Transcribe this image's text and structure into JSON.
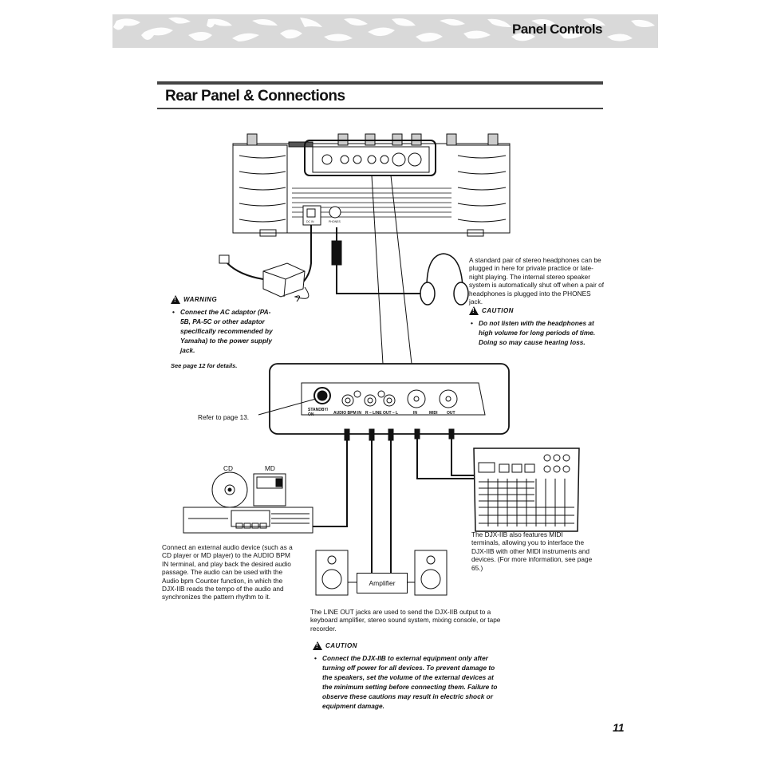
{
  "header": {
    "section": "Panel Controls"
  },
  "page": {
    "title": "Rear Panel & Connections",
    "number": "11"
  },
  "headphones_note": "A standard pair of stereo headphones can be plugged in here for private practice or late-night playing. The internal stereo speaker system is automatically shut off when a pair of headphones is plugged into the PHONES jack.",
  "warning": {
    "label": "WARNING",
    "text": "Connect the AC adaptor (PA-5B, PA-5C or other adaptor specifically recommended by Yamaha) to the power supply jack.",
    "see": "See page 12 for details."
  },
  "caution_headphones": {
    "label": "CAUTION",
    "text": "Do not listen with the headphones at high volume for long periods of time. Doing so may cause hearing loss."
  },
  "refer": "Refer to page 13.",
  "panel_labels": {
    "standby": "STANDBY/\nON",
    "audio_bpm": "AUDIO BPM IN",
    "line_out": "R – LINE OUT – L",
    "in": "IN",
    "midi": "MIDI",
    "out": "OUT",
    "phones": "PHONES",
    "dc_in": "DC IN"
  },
  "device_labels": {
    "cd": "CD",
    "md": "MD",
    "amplifier": "Amplifier"
  },
  "audio_note": "Connect an external audio device (such as a CD player or MD player) to the AUDIO BPM IN terminal, and play back the desired audio passage.  The audio can be used with the Audio bpm Counter function, in which the DJX-IIB reads the tempo of the audio and synchronizes the pattern rhythm to it.",
  "midi_note": "The DJX-IIB also features MIDI terminals, allowing you to interface the DJX-IIB with other MIDI instruments and devices. (For more information, see page 65.)",
  "lineout_note": "The LINE OUT jacks are used to send the DJX-IIB output to a keyboard amplifier, stereo sound system, mixing console, or tape recorder.",
  "caution_bottom": {
    "label": "CAUTION",
    "text": "Connect the DJX-IIB to external equipment only after turning off power for all devices. To prevent damage to the speakers, set the volume of the external devices at the minimum setting before connecting them. Failure to observe these cautions may result in electric shock or equipment damage."
  },
  "colors": {
    "banner_bg": "#d9d9d9",
    "banner_pattern": "#ffffff",
    "rule": "#444444"
  }
}
